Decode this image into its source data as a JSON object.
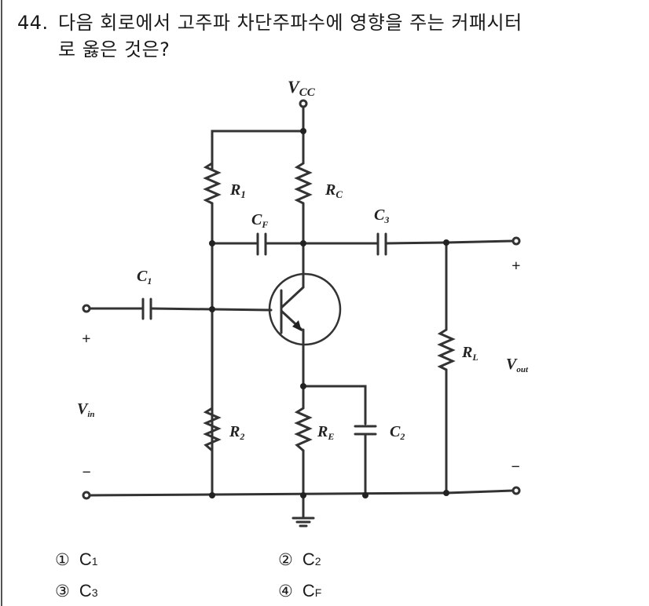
{
  "question": {
    "number": "44.",
    "text_line1": "다음 회로에서 고주파 차단주파수에 영향을 주는 커패시터",
    "text_line2": "로 옳은 것은?"
  },
  "circuit": {
    "labels": {
      "vcc": "V",
      "vcc_sub": "CC",
      "r1": "R",
      "r1_sub": "1",
      "rc": "R",
      "rc_sub": "C",
      "cf": "C",
      "cf_sub": "F",
      "c3": "C",
      "c3_sub": "3",
      "c1": "C",
      "c1_sub": "1",
      "r2": "R",
      "r2_sub": "2",
      "re": "R",
      "re_sub": "E",
      "c2": "C",
      "c2_sub": "2",
      "rl": "R",
      "rl_sub": "L",
      "vin": "V",
      "vin_sub": "in",
      "vout": "V",
      "vout_sub": "out",
      "plus": "+",
      "minus": "−"
    }
  },
  "options": [
    {
      "marker": "①",
      "label": "C",
      "sub": "1"
    },
    {
      "marker": "②",
      "label": "C",
      "sub": "2"
    },
    {
      "marker": "③",
      "label": "C",
      "sub": "3"
    },
    {
      "marker": "④",
      "label": "C",
      "sub": "F"
    }
  ]
}
